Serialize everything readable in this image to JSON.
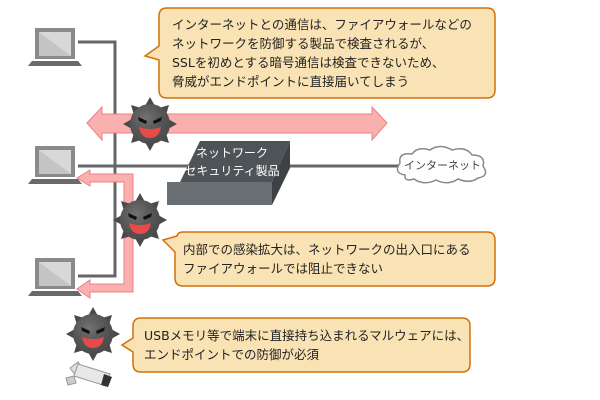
{
  "callouts": {
    "top": [
      "インターネットとの通信は、ファイアウォールなどの",
      "ネットワークを防御する製品で検査されるが、",
      "SSLを初めとする暗号通信は検査できないため、",
      "脅威がエンドポイントに直接届いてしまう"
    ],
    "middle": [
      "内部での感染拡大は、ネットワークの出入口にある",
      "ファイアウォールでは阻止できない"
    ],
    "bottom": [
      "USBメモリ等で端末に直接持ち込まれるマルウェアには、",
      "エンドポイントでの防御が必須"
    ]
  },
  "device": {
    "line1": "ネットワーク",
    "line2": "セキュリティ製品"
  },
  "cloud": {
    "label": "インターネット"
  },
  "colors": {
    "callout_fill": "#f9e2b4",
    "callout_border": "#d4700a",
    "arrow_fill": "#fbb0b0",
    "arrow_border": "#e88080",
    "line": "#666666",
    "device": "#5f6468",
    "malware": "#555555",
    "malware_mouth": "#e84a4a"
  }
}
